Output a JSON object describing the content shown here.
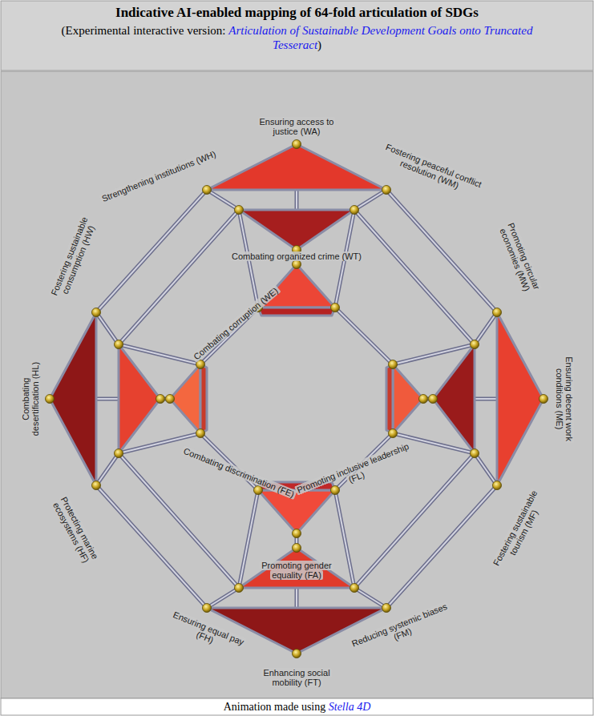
{
  "diagram": {
    "title": "Indicative AI-enabled mapping of 64-fold articulation of SDGs",
    "labels": [
      "(Experimental interactive version:",
      "Articulation of Sustainable Development Goals onto Truncated Tesseract",
      ")",
      "Animation made using",
      "Stella 4D",
      "Ensuring access to justice (WA)",
      "Strengthening institutions (WH)",
      "Fostering peaceful conflict resolution (WM)",
      "Combating organized crime (WT)",
      "Combating corruption (WE)",
      "Fostering sustainable consumption (HW)",
      "Combating desertification (HL)",
      "Protecting marine ecosystems (HF)",
      "Promoting circular economies (MW)",
      "Ensuring decent work conditions (ME)",
      "Fostering sustainable tourism (MF)",
      "Combating discrimination (FE)",
      "Promoting inclusive leadership (FL)",
      "Promoting gender equality (FA)",
      "Ensuring equal pay (FH)",
      "Reducing systemic biases (FM)",
      "Enhancing social mobility (FT)"
    ]
  }
}
